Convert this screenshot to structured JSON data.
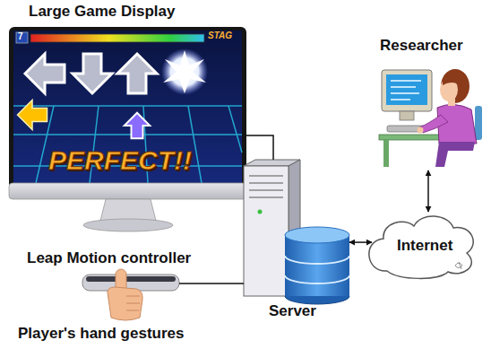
{
  "diagram": {
    "nodes": [
      {
        "text": [
          "Large Game Display",
          "PERFECT!!"
        ]
      },
      {
        "text": [
          "Researcher"
        ]
      },
      {
        "text": [
          "Internet"
        ]
      },
      {
        "text": [
          "Server"
        ]
      },
      {
        "text": [
          "Leap Motion controller",
          "Player's hand gestures"
        ]
      }
    ],
    "edges": [
      {
        "from": 0,
        "to": 3,
        "arrow": "none"
      },
      {
        "from": 4,
        "to": 3,
        "arrow": "none"
      },
      {
        "from": 3,
        "to": 2,
        "arrow": "both"
      },
      {
        "from": 1,
        "to": 2,
        "arrow": "both"
      }
    ],
    "labels": [
      "7",
      "STAG"
    ]
  }
}
